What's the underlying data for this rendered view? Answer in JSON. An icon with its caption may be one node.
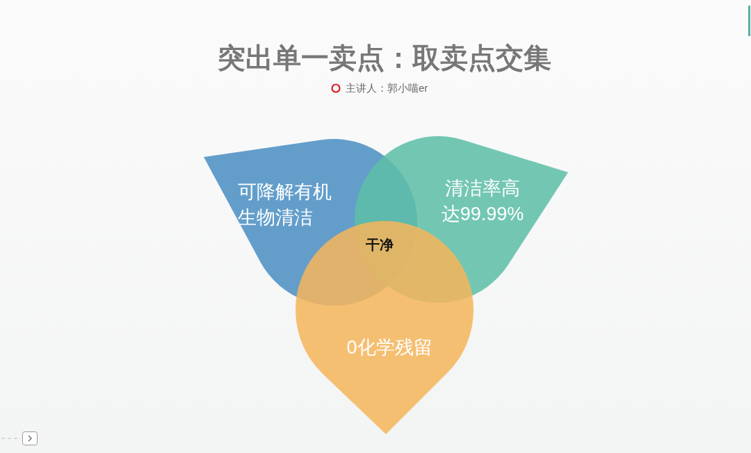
{
  "diagram": {
    "title": "突出单一卖点：取卖点交集",
    "nodes": [
      {
        "text": [
          "可降解有机生物清洁"
        ]
      },
      {
        "text": [
          "清洁率高达99.99%"
        ]
      },
      {
        "text": [
          "0化学残留"
        ]
      }
    ],
    "labels": [
      "主讲人：郭小喵er",
      "干净"
    ]
  }
}
